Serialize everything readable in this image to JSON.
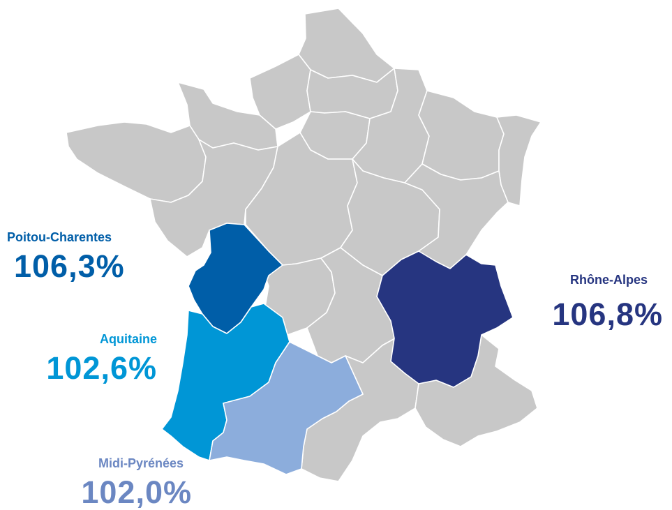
{
  "map": {
    "base_color": "#c8c8c8",
    "border_color": "#ffffff",
    "highlights": [
      {
        "region": "Poitou-Charentes",
        "value": "106,3%",
        "color": "#005ea8"
      },
      {
        "region": "Aquitaine",
        "value": "102,6%",
        "color": "#0096d6"
      },
      {
        "region": "Midi-Pyrénées",
        "value": "102,0%",
        "color": "#8caddc"
      },
      {
        "region": "Rhône-Alpes",
        "value": "106,8%",
        "color": "#263580"
      }
    ]
  },
  "labels": {
    "poitou": {
      "name": "Poitou-Charentes",
      "value": "106,3%"
    },
    "aquitaine": {
      "name": "Aquitaine",
      "value": "102,6%"
    },
    "midi": {
      "name": "Midi-Pyrénées",
      "value": "102,0%"
    },
    "rhone": {
      "name": "Rhône-Alpes",
      "value": "106,8%"
    }
  }
}
